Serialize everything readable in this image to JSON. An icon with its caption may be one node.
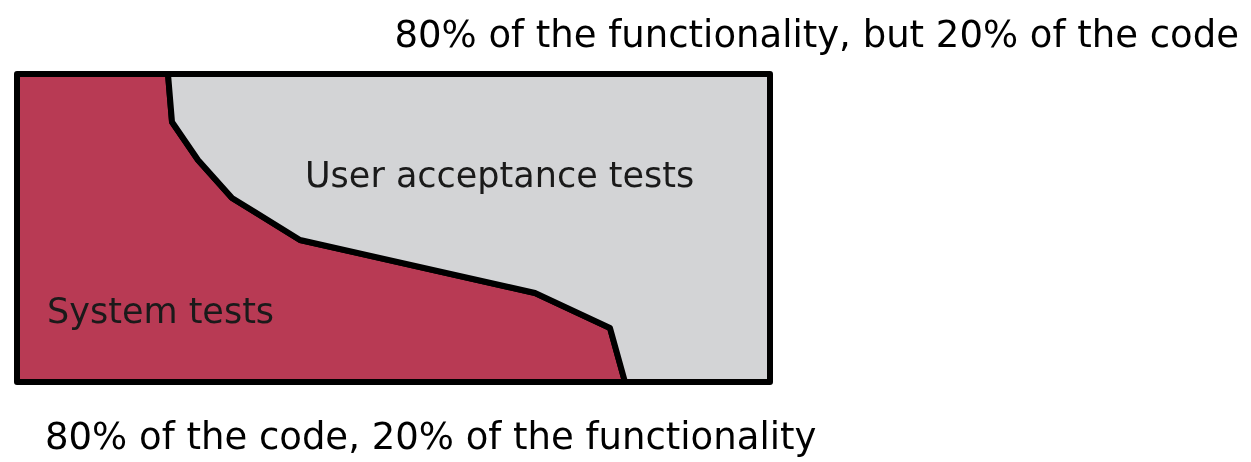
{
  "diagram": {
    "nodes": [
      {
        "text": [
          "System tests"
        ]
      },
      {
        "text": [
          "User acceptance tests"
        ]
      }
    ],
    "labels": [
      "80% of the functionality, but 20% of the code",
      "80% of the code, 20% of the functionality"
    ]
  }
}
